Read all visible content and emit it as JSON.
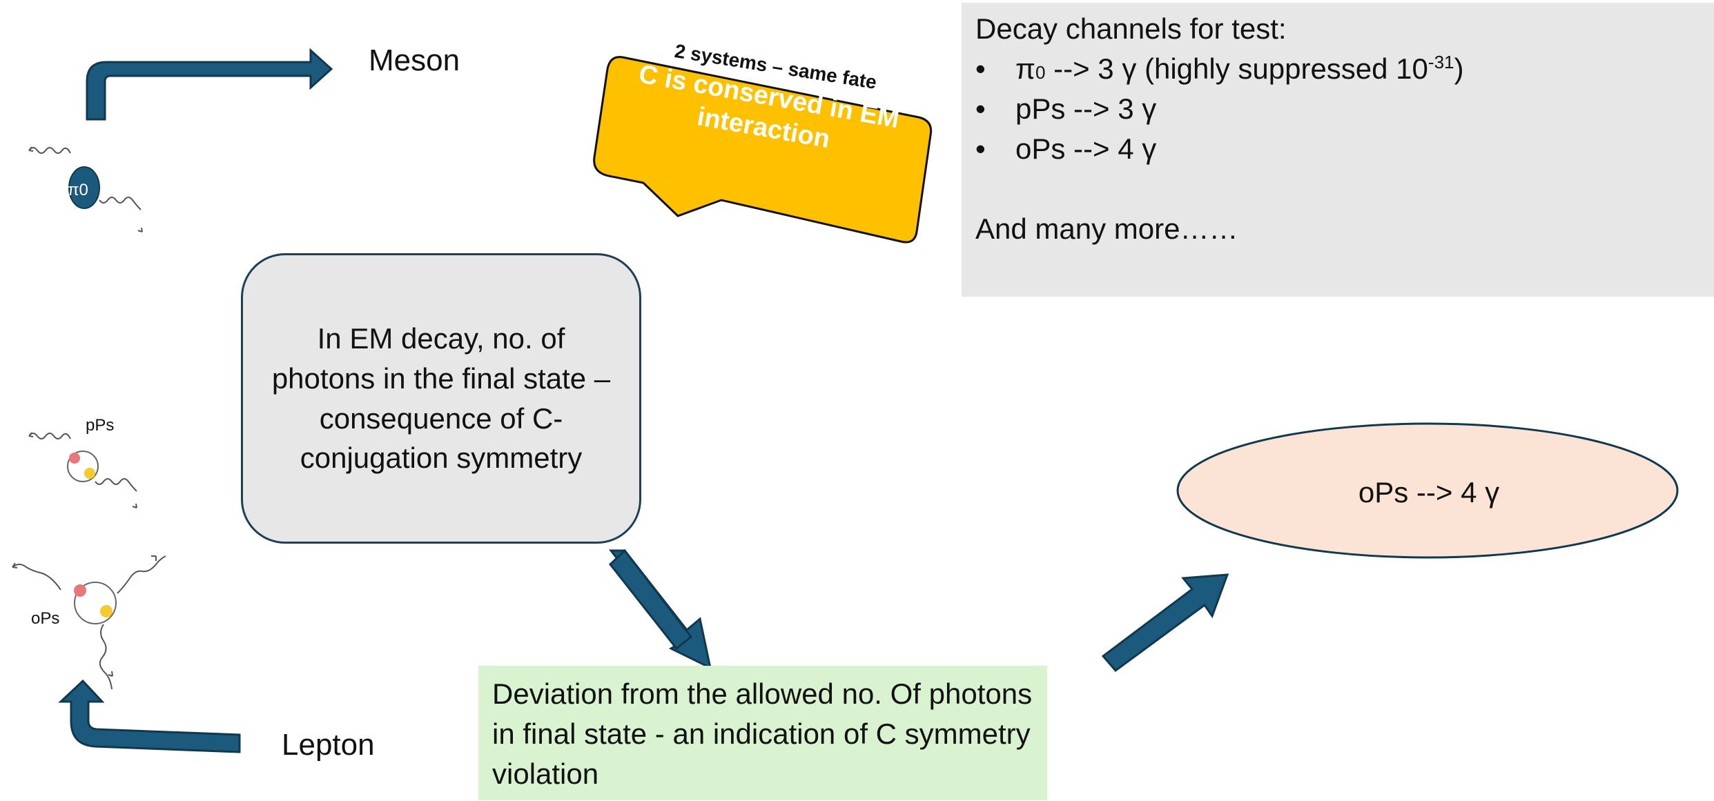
{
  "meson_label": "Meson",
  "lepton_label": "Lepton",
  "particles": {
    "pi0": "π0",
    "pps": "pPs",
    "ops": "oPs"
  },
  "callout": {
    "title": "2 systems – same fate",
    "text": "C is conserved in EM interaction",
    "color": "#ffc000"
  },
  "decay_panel": {
    "title": "Decay channels for test:",
    "bullet_glyph": "•",
    "items": [
      {
        "particle": "π",
        "particle_sub": "0",
        "arrow": " --> 3 γ  (highly suppressed  10",
        "exponent": "-31",
        "suffix": ")"
      },
      {
        "text": "pPs --> 3 γ"
      },
      {
        "text": "oPs --> 4 γ"
      }
    ],
    "more": "And many more……",
    "background": "#e7e7e7"
  },
  "em_box": {
    "text": "In EM decay, no. of photons in the final state – consequence of C-conjugation symmetry"
  },
  "ellipse": {
    "text": "oPs --> 4 γ",
    "fill": "#fbe3d6"
  },
  "deviation": {
    "text": "Deviation from the allowed no. Of photons in final state - an indication of C symmetry violation",
    "background": "#d9f2d0"
  },
  "colors": {
    "arrow": "#1b5a7c",
    "arrow_outline": "#10384e",
    "electron_dot": "#e8777c",
    "positron_dot": "#f5c930"
  }
}
